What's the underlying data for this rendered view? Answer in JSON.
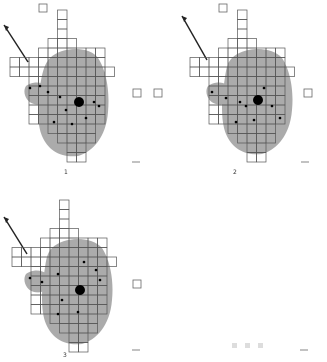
{
  "panels": [
    {
      "label": "1",
      "colors": {
        "blob": "#8f8f8f",
        "cell": "#ffffff",
        "dot": "#000000"
      }
    },
    {
      "label": "2",
      "colors": {
        "blob": "#8f8f8f",
        "cell": "#ffffff",
        "dot": "#000000"
      }
    },
    {
      "label": "3",
      "colors": {
        "blob": "#8f8f8f",
        "cell": "#ffffff",
        "dot": "#000000"
      }
    }
  ],
  "icons": [
    "north-arrow-icon",
    "grid-cell",
    "shaded-region",
    "station-dot",
    "centroid-dot"
  ]
}
